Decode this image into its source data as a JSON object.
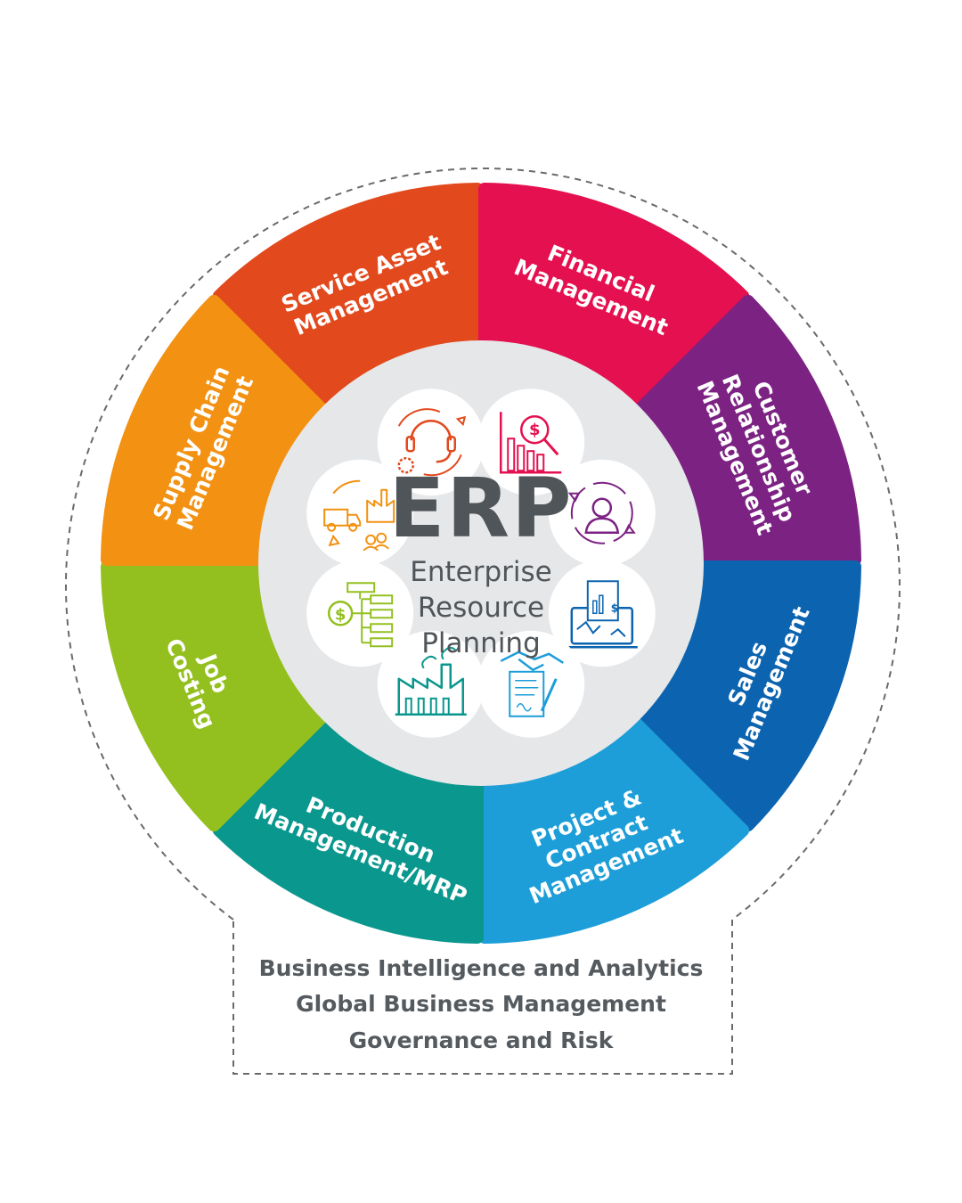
{
  "center": {
    "title": "ERP",
    "subtitle_lines": [
      "Enterprise",
      "Resource",
      "Planning"
    ]
  },
  "modules": [
    {
      "id": "service-asset-management",
      "lines": [
        "Service Asset",
        "Management"
      ],
      "color": "#e2491d",
      "icon": "headset-gear-icon"
    },
    {
      "id": "financial-management",
      "lines": [
        "Financial",
        "Management"
      ],
      "color": "#e4104f",
      "icon": "finance-chart-icon"
    },
    {
      "id": "customer-relationship-management",
      "lines": [
        "Customer",
        "Relationship",
        "Management"
      ],
      "color": "#7c2283",
      "icon": "customer-cycle-icon"
    },
    {
      "id": "sales-management",
      "lines": [
        "Sales",
        "Management"
      ],
      "color": "#0c64b0",
      "icon": "sales-report-icon"
    },
    {
      "id": "project-contract-management",
      "lines": [
        "Project &",
        "Contract",
        "Management"
      ],
      "color": "#1d9ed8",
      "icon": "handshake-contract-icon"
    },
    {
      "id": "production-management-mrp",
      "lines": [
        "Production",
        "Management/MRP"
      ],
      "color": "#0a978e",
      "icon": "factory-icon"
    },
    {
      "id": "job-costing",
      "lines": [
        "Job",
        "Costing"
      ],
      "color": "#93c01f",
      "icon": "cost-flowchart-icon"
    },
    {
      "id": "supply-chain-management",
      "lines": [
        "Supply Chain",
        "Management"
      ],
      "color": "#f29112",
      "icon": "supply-truck-icon"
    }
  ],
  "footer": {
    "lines": [
      "Business Intelligence and Analytics",
      "Global Business Management",
      "Governance and Risk"
    ]
  }
}
